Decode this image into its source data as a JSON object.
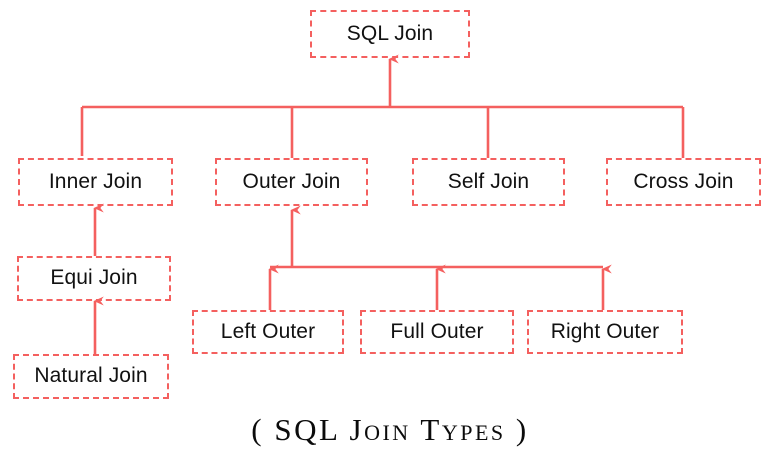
{
  "diagram": {
    "title_caption": "( SQL Join Types )",
    "accent_color": "#f4605f",
    "text_color": "#111111",
    "background_color": "#ffffff",
    "border_style": "dashed",
    "root": {
      "label": "SQL Join"
    },
    "level2": [
      {
        "label": "Inner Join"
      },
      {
        "label": "Outer Join"
      },
      {
        "label": "Self Join"
      },
      {
        "label": "Cross Join"
      }
    ],
    "inner_branch": [
      {
        "label": "Equi Join"
      },
      {
        "label": "Natural Join"
      }
    ],
    "outer_branch": [
      {
        "label": "Left Outer"
      },
      {
        "label": "Full Outer"
      },
      {
        "label": "Right Outer"
      }
    ]
  }
}
